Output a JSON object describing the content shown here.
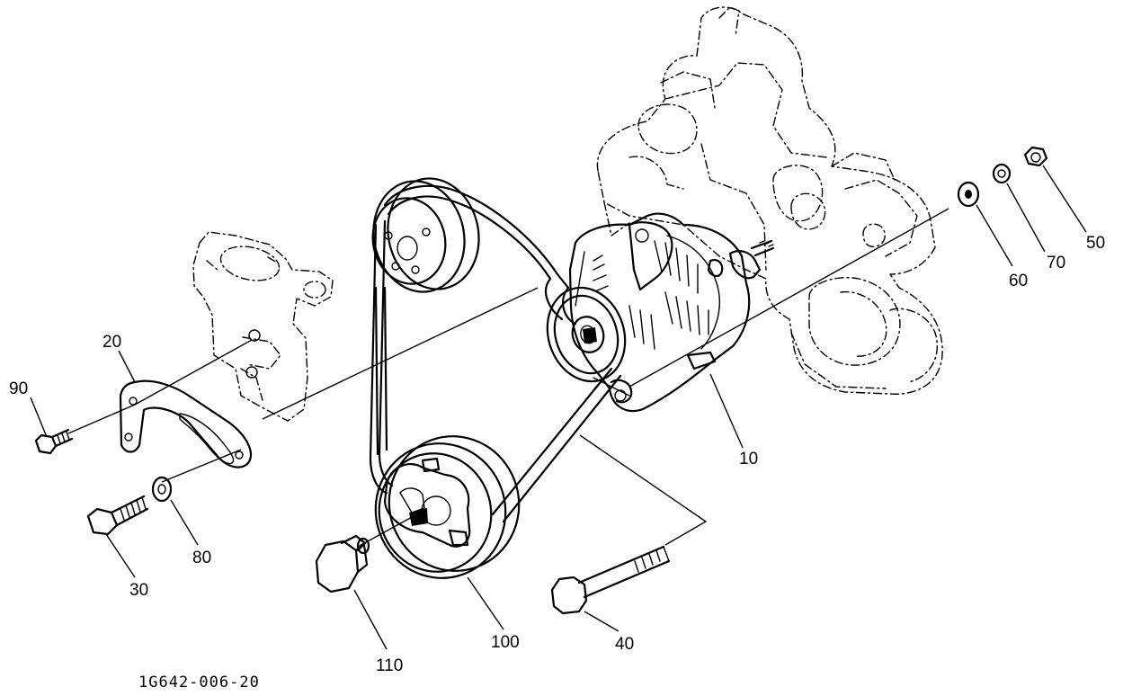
{
  "diagram": {
    "drawing_code": "1G642-006-20",
    "callouts": {
      "c10": "10",
      "c20": "20",
      "c30": "30",
      "c40": "40",
      "c50": "50",
      "c60": "60",
      "c70": "70",
      "c80": "80",
      "c90": "90",
      "c100": "100",
      "c110": "110"
    }
  }
}
